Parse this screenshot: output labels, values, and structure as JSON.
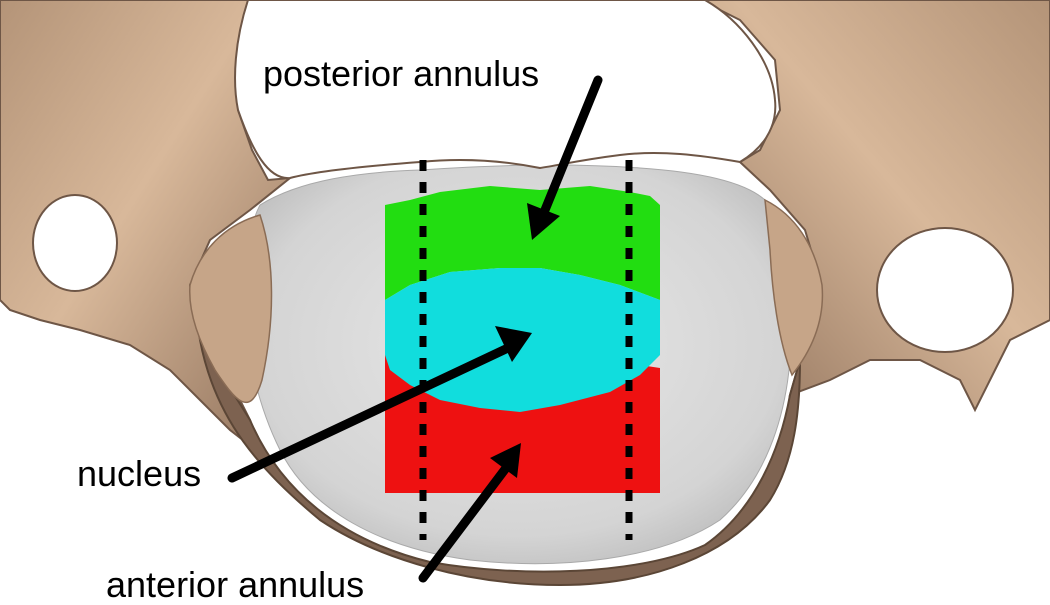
{
  "labels": {
    "posterior_annulus": "posterior annulus",
    "nucleus": "nucleus",
    "anterior_annulus": "anterior annulus"
  },
  "colors": {
    "bone": "#c8a88a",
    "bone_shadow": "#8a6c55",
    "disc": "#dcdcdc",
    "posterior_region": "#22dd11",
    "nucleus_region": "#11dddd",
    "anterior_region": "#ee1111",
    "arrow": "#000000",
    "dotted_line": "#000000"
  }
}
